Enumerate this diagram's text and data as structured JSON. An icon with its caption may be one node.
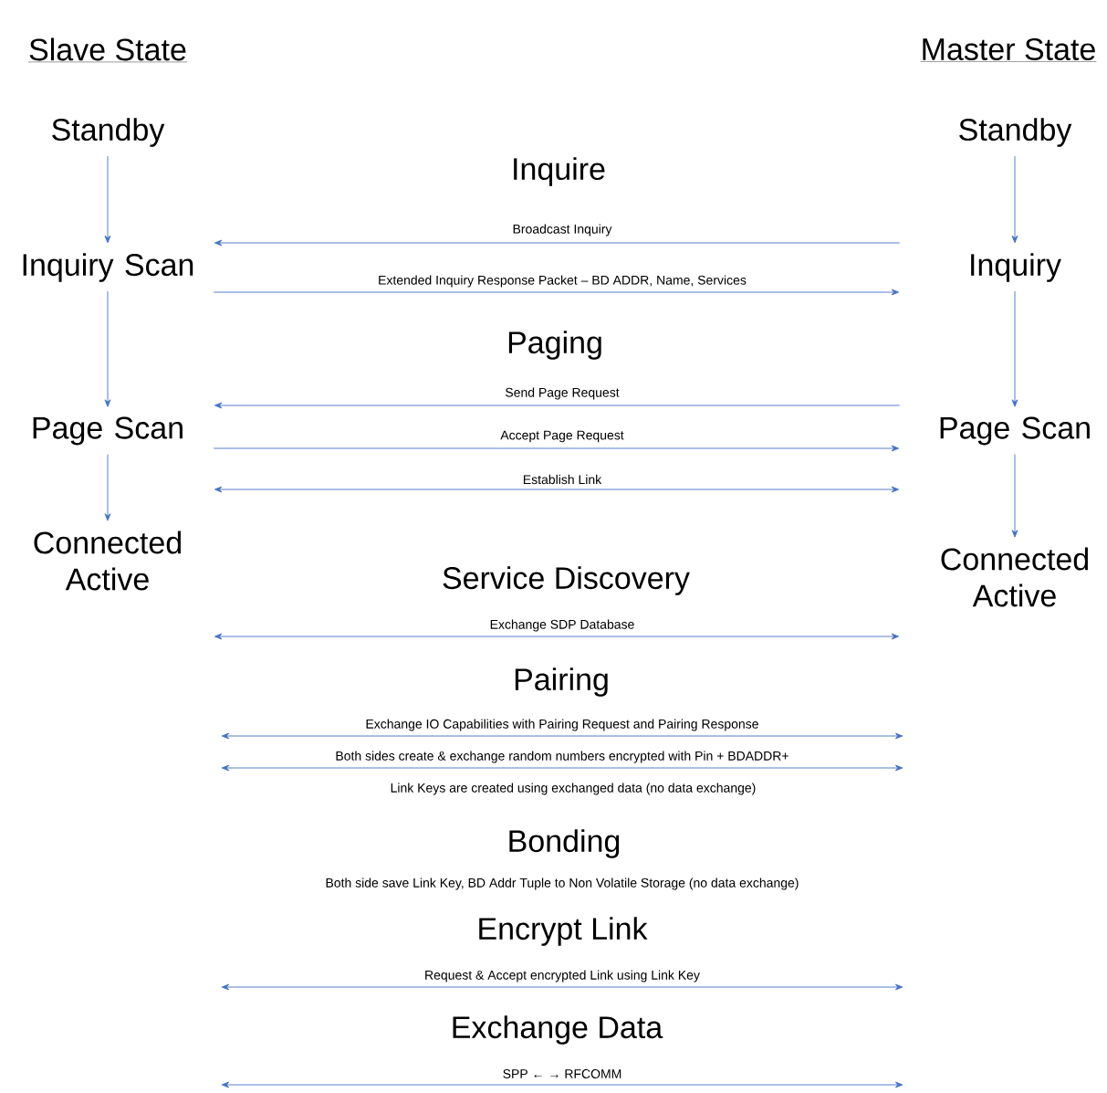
{
  "diagram": {
    "nodes": [
      {
        "text": [
          "Standby"
        ]
      },
      {
        "text": [
          "Inquiry Scan"
        ]
      },
      {
        "text": [
          "Page Scan"
        ]
      },
      {
        "text": [
          "Connected Active"
        ]
      },
      {
        "text": [
          "Standby"
        ]
      },
      {
        "text": [
          "Inquiry"
        ]
      },
      {
        "text": [
          "Page Scan"
        ]
      },
      {
        "text": [
          "Connected Active"
        ]
      }
    ],
    "edges": [
      {
        "from": 0,
        "to": 1,
        "arrow": "to"
      },
      {
        "from": 1,
        "to": 2,
        "arrow": "to"
      },
      {
        "from": 2,
        "to": 3,
        "arrow": "to"
      },
      {
        "from": 4,
        "to": 5,
        "arrow": "to"
      },
      {
        "from": 5,
        "to": 6,
        "arrow": "to"
      },
      {
        "from": 6,
        "to": 7,
        "arrow": "to"
      },
      {
        "from": 5,
        "to": 1,
        "arrow": "to",
        "label": "Broadcast Inquiry"
      },
      {
        "from": 1,
        "to": 5,
        "arrow": "to",
        "label": "Extended Inquiry Response Packet – BD ADDR, Name, Services"
      },
      {
        "from": 6,
        "to": 2,
        "arrow": "to",
        "label": "Send Page Request"
      },
      {
        "from": 2,
        "to": 6,
        "arrow": "to",
        "label": "Accept Page Request"
      },
      {
        "from": 2,
        "to": 6,
        "arrow": "both",
        "label": "Establish Link"
      },
      {
        "from": 3,
        "to": 7,
        "arrow": "both",
        "label": "Exchange SDP Database"
      }
    ],
    "labels": [
      "Slave State",
      "Master State",
      "Inquire",
      "Paging",
      "Service Discovery",
      "Pairing",
      "Exchange IO Capabilities with Pairing Request and Pairing Response",
      "Both sides create & exchange random numbers encrypted with Pin + BDADDR+",
      "Link Keys are created using exchanged data (no data exchange)",
      "Bonding",
      "Both side save Link Key, BD Addr Tuple to Non Volatile Storage (no data exchange)",
      "Encrypt Link",
      "Request & Accept encrypted Link using Link Key",
      "Exchange Data",
      "SPP ← → RFCOMM"
    ]
  }
}
